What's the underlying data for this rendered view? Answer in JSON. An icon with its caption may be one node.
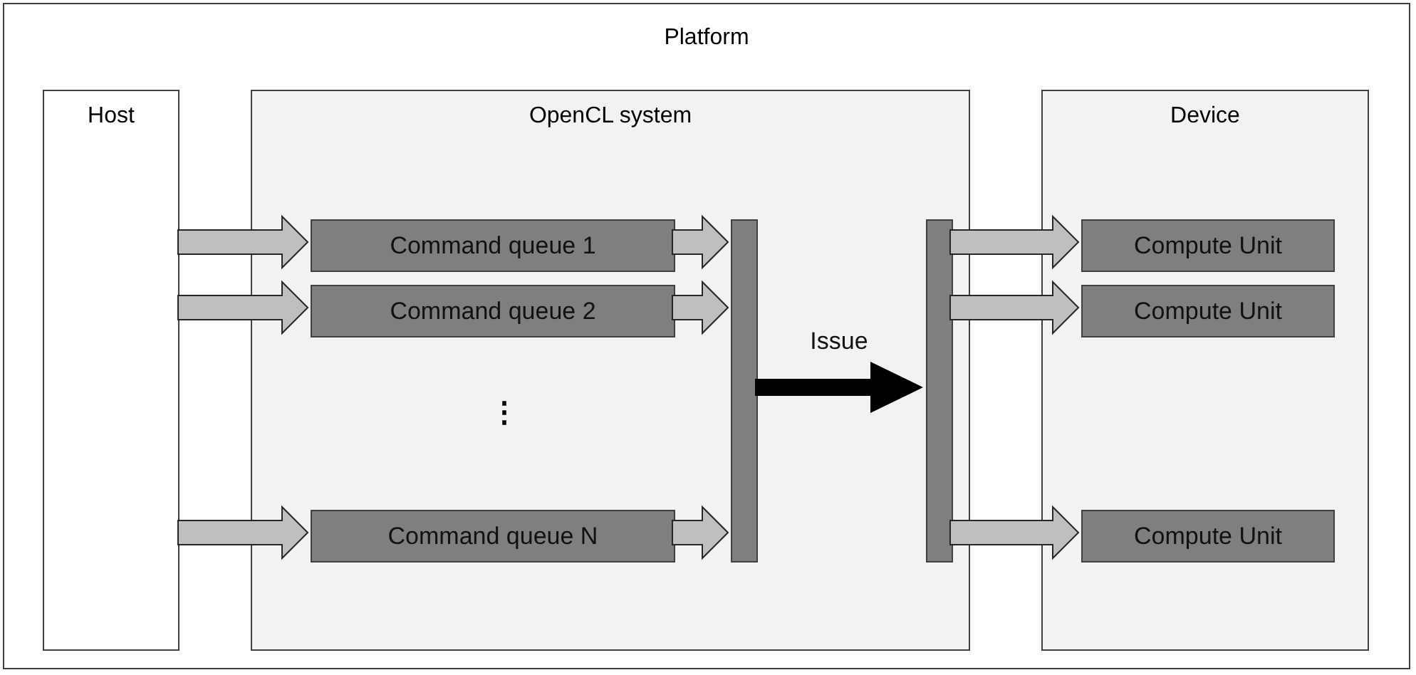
{
  "diagram": {
    "nodes": [
      {
        "text": [
          "Platform"
        ]
      },
      {
        "text": [
          "Host"
        ],
        "in": 0
      },
      {
        "text": [
          "OpenCL system"
        ],
        "in": 0
      },
      {
        "text": [
          "Device"
        ],
        "in": 0
      },
      {
        "text": [
          "Command queue 1"
        ],
        "in": 2
      },
      {
        "text": [
          "Command queue 2"
        ],
        "in": 2
      },
      {
        "text": [
          "Command queue N"
        ],
        "in": 2
      },
      {
        "text": [],
        "shape": "bar",
        "in": 2
      },
      {
        "text": [],
        "shape": "bar",
        "in": 2
      },
      {
        "text": [
          "Compute Unit"
        ],
        "in": 3
      },
      {
        "text": [
          "Compute Unit"
        ],
        "in": 3
      },
      {
        "text": [
          "Compute Unit"
        ],
        "in": 3
      }
    ],
    "edges": [
      {
        "from": 1,
        "to": 4,
        "arrow": "to"
      },
      {
        "from": 1,
        "to": 5,
        "arrow": "to"
      },
      {
        "from": 1,
        "to": 6,
        "arrow": "to"
      },
      {
        "from": 4,
        "to": 7,
        "arrow": "to"
      },
      {
        "from": 5,
        "to": 7,
        "arrow": "to"
      },
      {
        "from": 6,
        "to": 7,
        "arrow": "to"
      },
      {
        "from": 7,
        "to": 8,
        "arrow": "to",
        "label": "Issue",
        "style": "thick",
        "color": "#000000"
      },
      {
        "from": 8,
        "to": 9,
        "arrow": "to"
      },
      {
        "from": 8,
        "to": 10,
        "arrow": "to"
      },
      {
        "from": 8,
        "to": 11,
        "arrow": "to"
      }
    ],
    "labels": [
      "⋮"
    ]
  }
}
